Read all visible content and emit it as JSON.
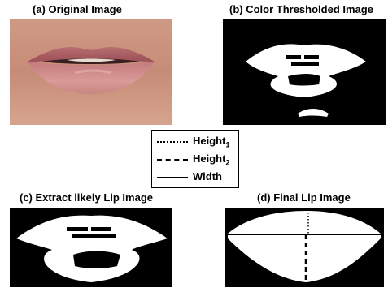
{
  "captions": {
    "a": "(a) Original Image",
    "b": "(b) Color Thresholded Image",
    "c": "(c) Extract likely Lip Image",
    "d": "(d) Final Lip Image"
  },
  "legend": [
    {
      "label": "Height",
      "sub": "1",
      "style": "dotted"
    },
    {
      "label": "Height",
      "sub": "2",
      "style": "dashed"
    },
    {
      "label": "Width",
      "sub": "",
      "style": "solid"
    }
  ],
  "colors": {
    "background_panel": "#000000",
    "mask": "#ffffff",
    "skin": "#c98f7a",
    "lip": "#b8676b"
  }
}
